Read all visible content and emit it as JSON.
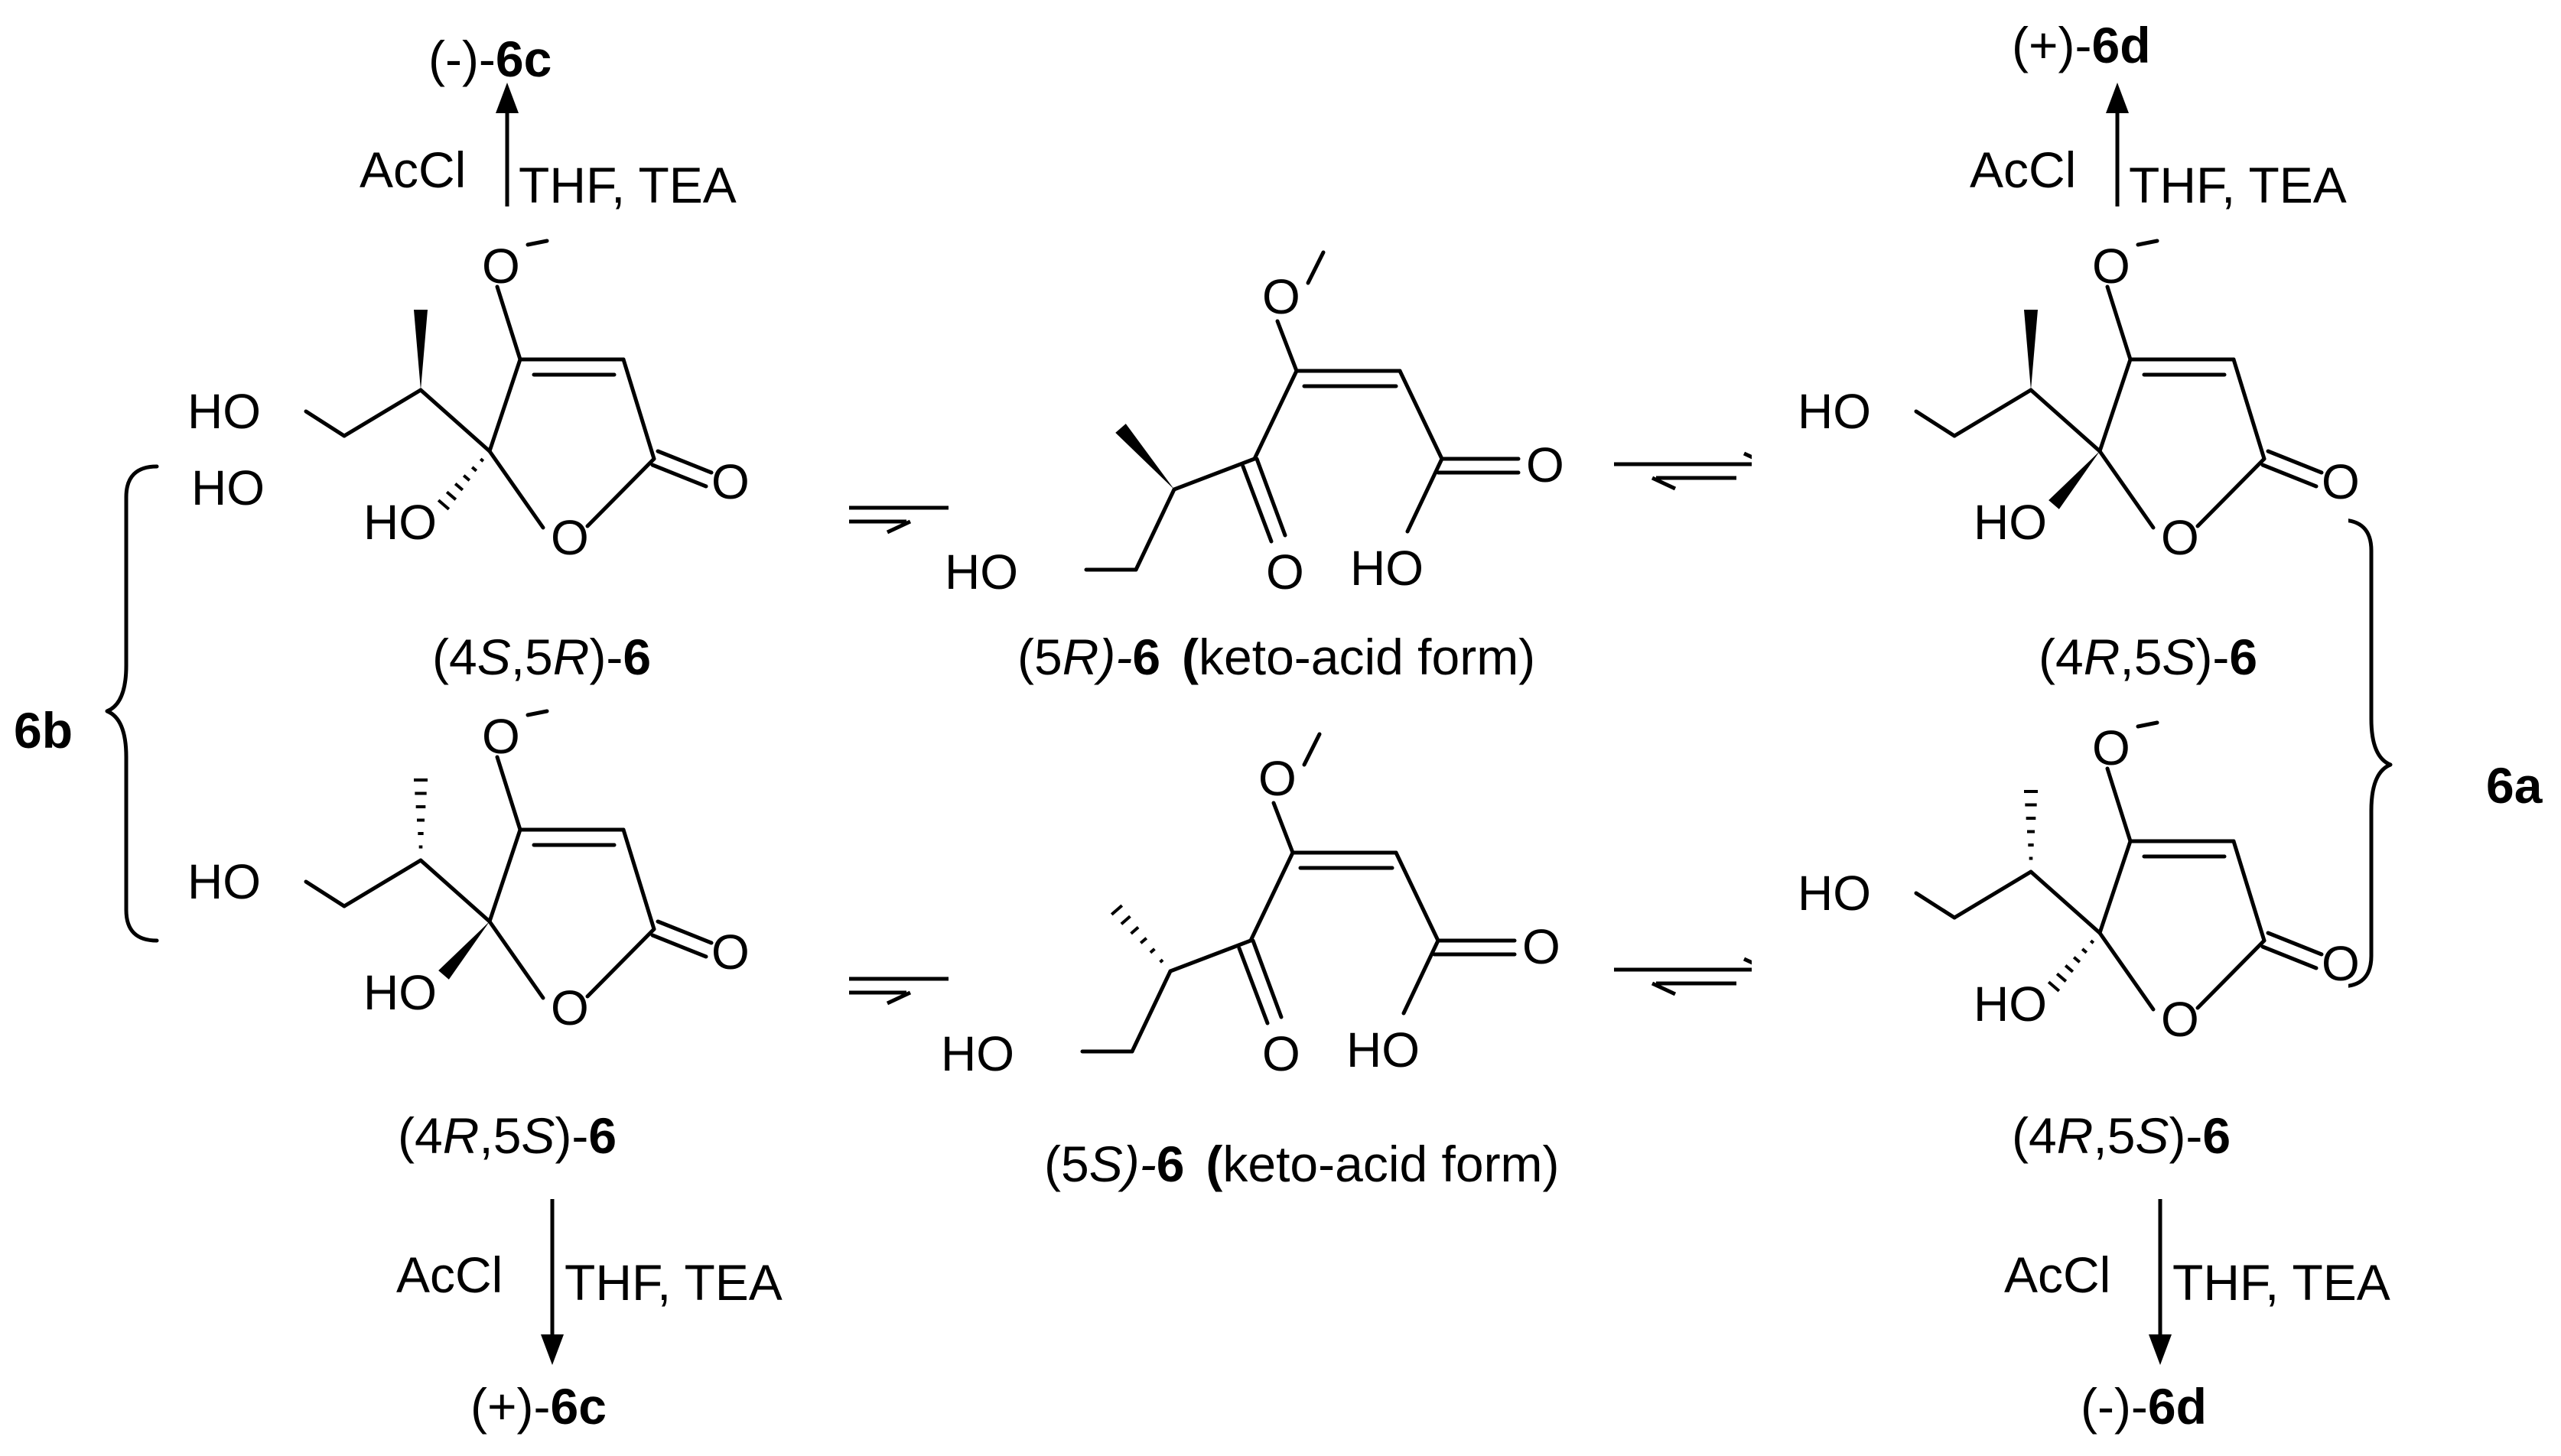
{
  "atoms": {
    "HO": "HO",
    "O": "O"
  },
  "reagents": {
    "acyl": "AcCl",
    "conditions": "THF, TEA"
  },
  "products": {
    "top_left": {
      "sign": "(-)-",
      "code": "6c"
    },
    "bottom_left": {
      "sign": "(+)-",
      "code": "6c"
    },
    "top_right": {
      "sign": "(+)-",
      "code": "6d"
    },
    "bottom_right": {
      "sign": "(-)-",
      "code": "6d"
    }
  },
  "compounds": {
    "top_left": {
      "open": "(4",
      "c1": "S",
      "mid": ",5",
      "c2": "R",
      "close": ")-",
      "num": "6"
    },
    "bottom_left": {
      "open": "(4",
      "c1": "R",
      "mid": ",5",
      "c2": "S",
      "close": ")-",
      "num": "6"
    },
    "top_right": {
      "open": "(4",
      "c1": "R",
      "mid": ",5",
      "c2": "S",
      "close": ")-",
      "num": "6"
    },
    "bottom_right": {
      "open": "(4",
      "c1": "R",
      "mid": ",5",
      "c2": "S",
      "close": ")-",
      "num": "6"
    },
    "top_center": {
      "open": "(5",
      "c1": "R",
      "close": ")-",
      "num": "6",
      "paren": "(",
      "form": "keto-acid form)"
    },
    "bottom_center": {
      "open": "(5",
      "c1": "S",
      "close": ")-",
      "num": "6",
      "paren": "(",
      "form": "keto-acid form)"
    }
  },
  "groups": {
    "left": "6b",
    "right": "6a"
  }
}
